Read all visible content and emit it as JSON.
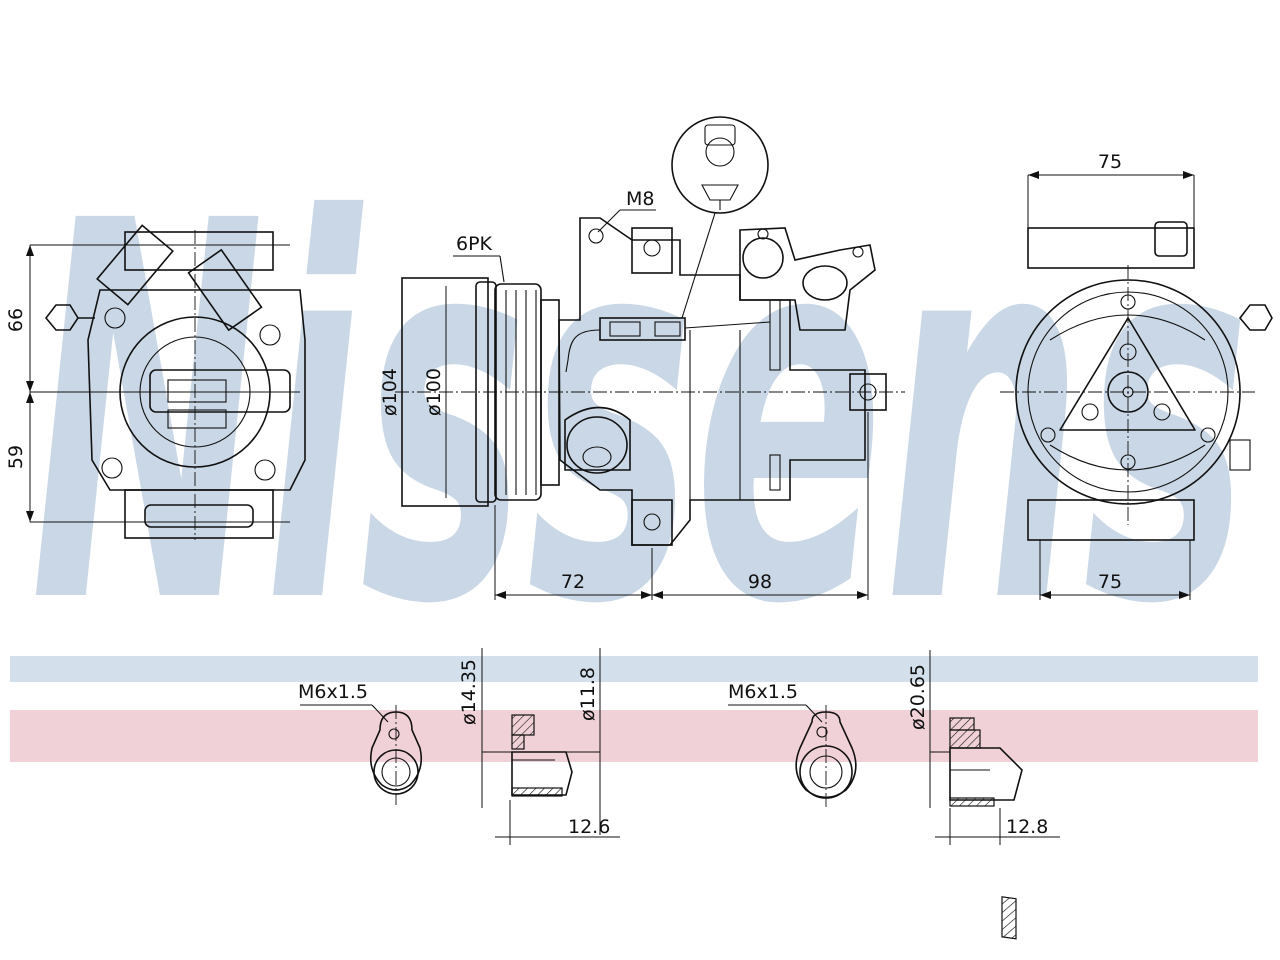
{
  "brand": {
    "watermark": "Nissens",
    "colors": {
      "watermark": "#c9d7e6",
      "band_blue": "#d3e0ec",
      "band_red": "#f0d1d8",
      "line": "#111111"
    }
  },
  "labels": {
    "left_top_height": "66",
    "left_bottom_height": "59",
    "belt": "6PK",
    "bolt_top": "M8",
    "pulley_outer_dia": "ø104",
    "pulley_inner_dia": "ø100",
    "length_front": "72",
    "length_rear": "98",
    "right_top_width": "75",
    "right_bottom_width": "75"
  },
  "ports": [
    {
      "thread": "M6x1.5",
      "diameter": "ø14.35",
      "inner_diameter": "ø11.8",
      "depth": "12.6"
    },
    {
      "thread": "M6x1.5",
      "diameter": "ø20.65",
      "depth": "12.8"
    }
  ]
}
